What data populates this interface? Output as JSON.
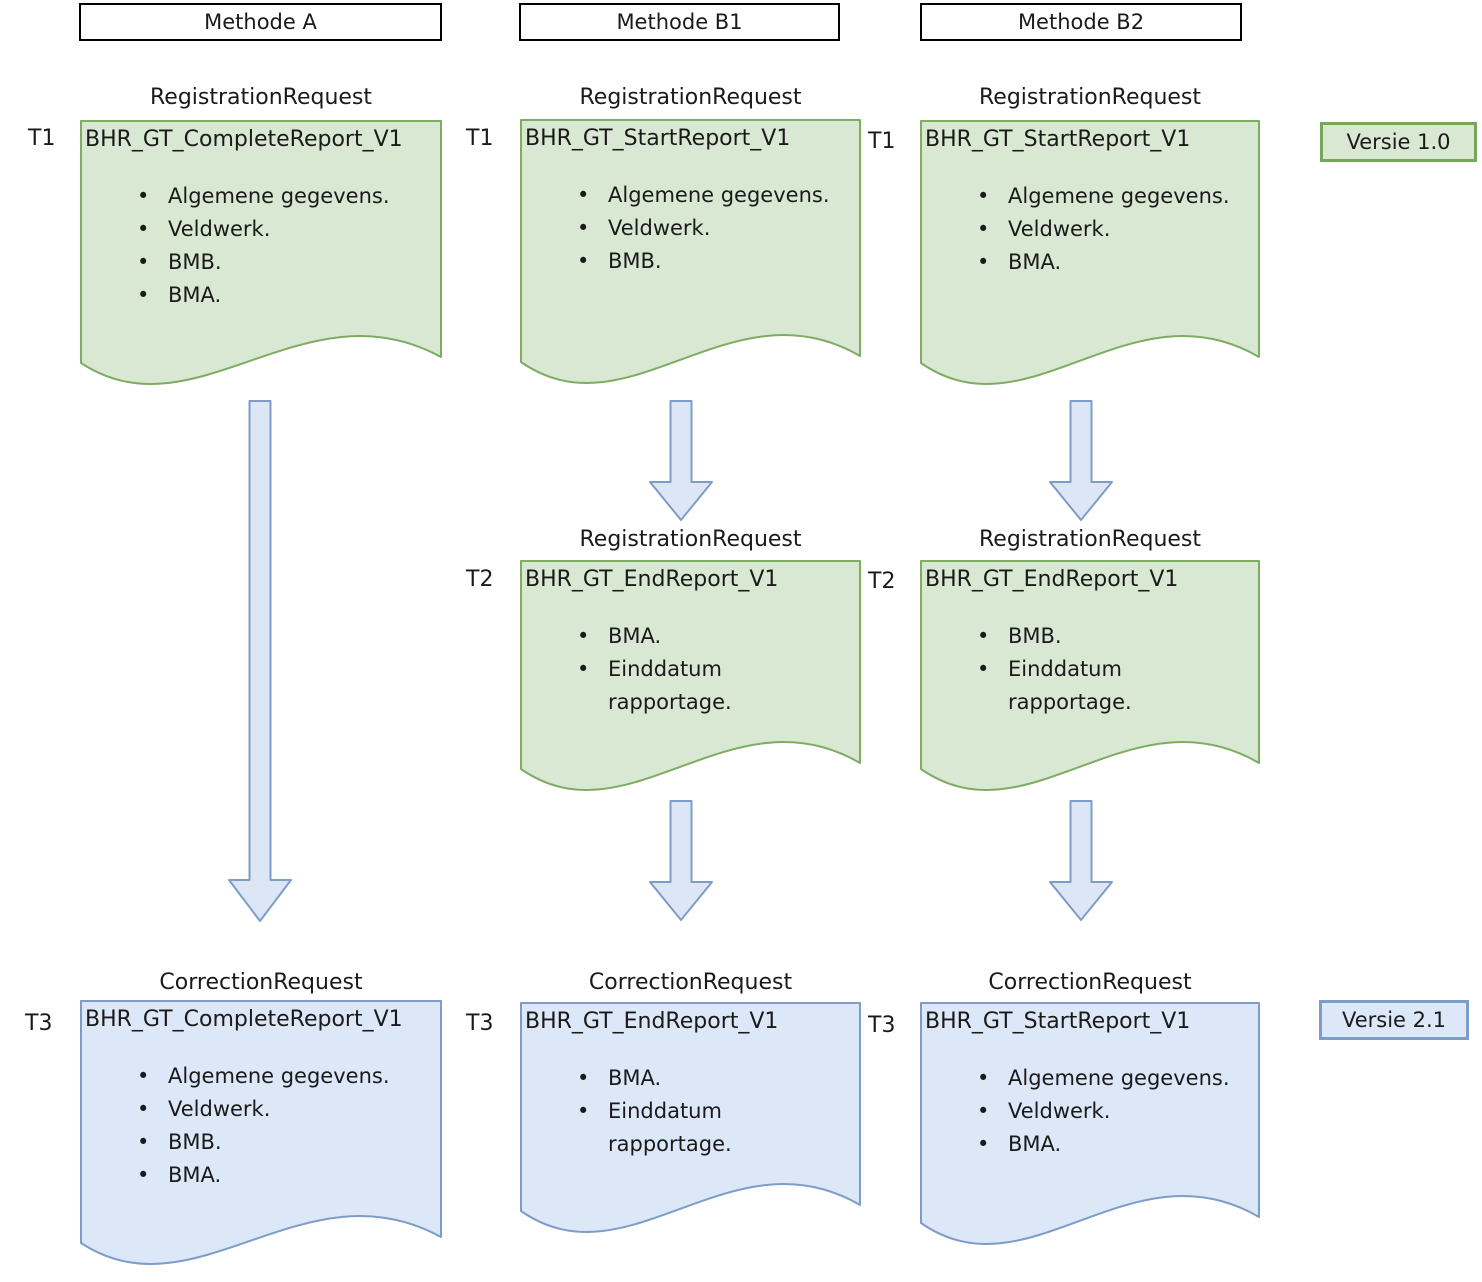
{
  "glyphs": {
    "bullet": "•"
  },
  "colors": {
    "green_fill": "#D9E8D2",
    "green_stroke": "#7DAC62",
    "blue_fill": "#DCE7F8",
    "blue_stroke": "#7D9CC8",
    "header_border": "#000000",
    "arrow_fill": "#DCE6F5"
  },
  "columns": [
    {
      "header": "Methode A",
      "cells": [
        {
          "time_label": "T1",
          "request_type": "RegistrationRequest",
          "message": "BHR_GT_CompleteReport_V1",
          "items": [
            "Algemene gegevens.",
            "Veldwerk.",
            "BMB.",
            "BMA."
          ]
        },
        {
          "time_label": "T3",
          "request_type": "CorrectionRequest",
          "message": "BHR_GT_CompleteReport_V1",
          "items": [
            "Algemene gegevens.",
            "Veldwerk.",
            "BMB.",
            "BMA."
          ]
        }
      ]
    },
    {
      "header": "Methode B1",
      "cells": [
        {
          "time_label": "T1",
          "request_type": "RegistrationRequest",
          "message": "BHR_GT_StartReport_V1",
          "items": [
            "Algemene gegevens.",
            "Veldwerk.",
            "BMB."
          ]
        },
        {
          "time_label": "T2",
          "request_type": "RegistrationRequest",
          "message": "BHR_GT_EndReport_V1",
          "items": [
            "BMA.",
            "Einddatum\nrapportage."
          ]
        },
        {
          "time_label": "T3",
          "request_type": "CorrectionRequest",
          "message": "BHR_GT_EndReport_V1",
          "items": [
            "BMA.",
            "Einddatum\nrapportage."
          ]
        }
      ]
    },
    {
      "header": "Methode B2",
      "cells": [
        {
          "time_label": "T1",
          "request_type": "RegistrationRequest",
          "message": "BHR_GT_StartReport_V1",
          "items": [
            "Algemene gegevens.",
            "Veldwerk.",
            "BMA."
          ]
        },
        {
          "time_label": "T2",
          "request_type": "RegistrationRequest",
          "message": "BHR_GT_EndReport_V1",
          "items": [
            "BMB.",
            "Einddatum\nrapportage."
          ]
        },
        {
          "time_label": "T3",
          "request_type": "CorrectionRequest",
          "message": "BHR_GT_StartReport_V1",
          "items": [
            "Algemene gegevens.",
            "Veldwerk.",
            "BMA."
          ]
        }
      ]
    }
  ],
  "version_badges": [
    {
      "label": "Versie 1.0"
    },
    {
      "label": "Versie 2.1"
    }
  ]
}
